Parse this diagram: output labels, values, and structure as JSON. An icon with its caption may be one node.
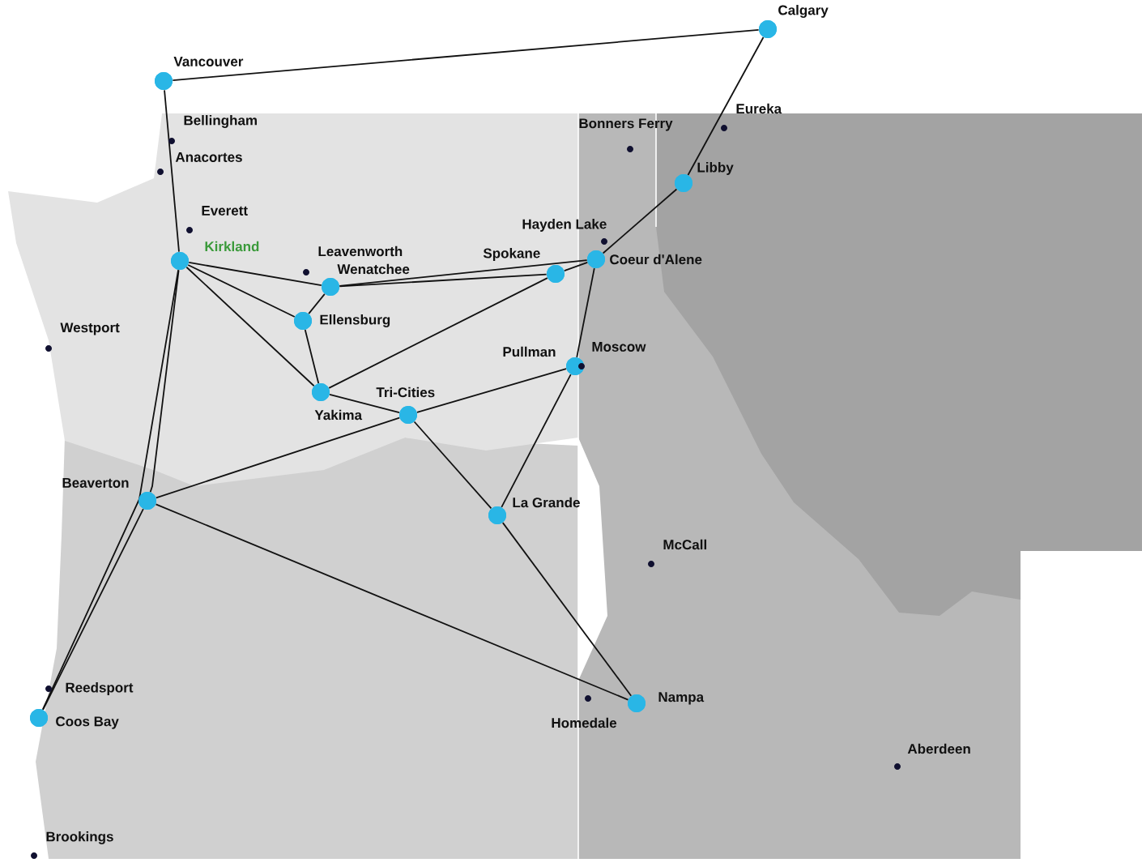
{
  "diagram": {
    "nodes": [
      {
        "text": [
          "Vancouver"
        ]
      },
      {
        "text": [
          "Calgary"
        ]
      },
      {
        "text": [
          "Libby"
        ]
      },
      {
        "text": [
          "Kirkland"
        ]
      },
      {
        "text": [
          "Wenatchee"
        ]
      },
      {
        "text": [
          "Ellensburg"
        ]
      },
      {
        "text": [
          "Spokane"
        ]
      },
      {
        "text": [
          "Coeur d'Alene"
        ]
      },
      {
        "text": [
          "Yakima"
        ]
      },
      {
        "text": [
          "Tri-Cities"
        ]
      },
      {
        "text": [
          "Pullman"
        ]
      },
      {
        "text": [
          "Beaverton"
        ]
      },
      {
        "text": [
          "La Grande"
        ]
      },
      {
        "text": [
          "Coos Bay"
        ]
      },
      {
        "text": [
          "Nampa"
        ]
      }
    ],
    "edges": [
      {
        "from": 0,
        "to": 1,
        "arrow": "none"
      },
      {
        "from": 1,
        "to": 2,
        "arrow": "none"
      },
      {
        "from": 2,
        "to": 7,
        "arrow": "none"
      },
      {
        "from": 0,
        "to": 3,
        "arrow": "none"
      },
      {
        "from": 3,
        "to": 4,
        "arrow": "none"
      },
      {
        "from": 3,
        "to": 5,
        "arrow": "none"
      },
      {
        "from": 3,
        "to": 8,
        "arrow": "none"
      },
      {
        "from": 3,
        "to": 11,
        "arrow": "none"
      },
      {
        "from": 3,
        "to": 13,
        "arrow": "none"
      },
      {
        "from": 11,
        "to": 13,
        "arrow": "none"
      },
      {
        "from": 4,
        "to": 6,
        "arrow": "none"
      },
      {
        "from": 4,
        "to": 7,
        "arrow": "none"
      },
      {
        "from": 4,
        "to": 5,
        "arrow": "none"
      },
      {
        "from": 5,
        "to": 8,
        "arrow": "none"
      },
      {
        "from": 8,
        "to": 6,
        "arrow": "none"
      },
      {
        "from": 8,
        "to": 9,
        "arrow": "none"
      },
      {
        "from": 9,
        "to": 10,
        "arrow": "none"
      },
      {
        "from": 11,
        "to": 9,
        "arrow": "none"
      },
      {
        "from": 9,
        "to": 12,
        "arrow": "none"
      },
      {
        "from": 6,
        "to": 7,
        "arrow": "none"
      },
      {
        "from": 7,
        "to": 10,
        "arrow": "none"
      },
      {
        "from": 10,
        "to": 12,
        "arrow": "none"
      },
      {
        "from": 11,
        "to": 14,
        "arrow": "none"
      },
      {
        "from": 12,
        "to": 14,
        "arrow": "none"
      }
    ],
    "labels": [
      "Eureka",
      "Bonners Ferry",
      "Bellingham",
      "Anacortes",
      "Everett",
      "Hayden Lake",
      "Leavenworth",
      "Westport",
      "Moscow",
      "McCall",
      "Reedsport",
      "Homedale",
      "Aberdeen",
      "Brookings"
    ]
  }
}
